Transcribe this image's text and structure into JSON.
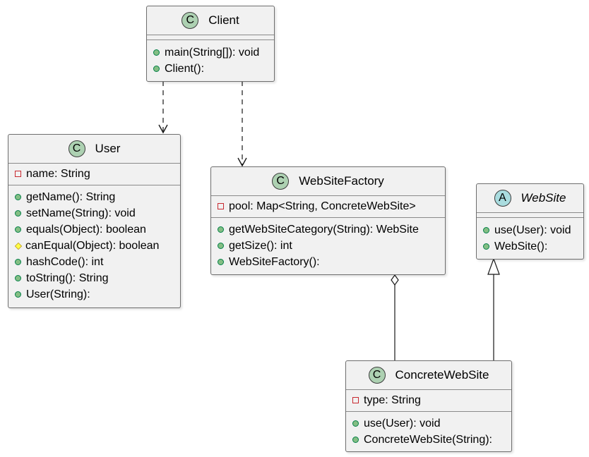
{
  "classes": {
    "client": {
      "badge": "C",
      "name": "Client",
      "fields": [],
      "methods": [
        {
          "vis": "public",
          "text": "main(String[]): void"
        },
        {
          "vis": "public",
          "text": "Client():"
        }
      ]
    },
    "user": {
      "badge": "C",
      "name": "User",
      "fields": [
        {
          "vis": "private",
          "text": "name: String"
        }
      ],
      "methods": [
        {
          "vis": "public",
          "text": "getName(): String"
        },
        {
          "vis": "public",
          "text": "setName(String): void"
        },
        {
          "vis": "public",
          "text": "equals(Object): boolean"
        },
        {
          "vis": "protected",
          "text": "canEqual(Object): boolean"
        },
        {
          "vis": "public",
          "text": "hashCode(): int"
        },
        {
          "vis": "public",
          "text": "toString(): String"
        },
        {
          "vis": "public",
          "text": "User(String):"
        }
      ]
    },
    "websitefactory": {
      "badge": "C",
      "name": "WebSiteFactory",
      "fields": [
        {
          "vis": "private",
          "text": "pool: Map<String, ConcreteWebSite>"
        }
      ],
      "methods": [
        {
          "vis": "public",
          "text": "getWebSiteCategory(String): WebSite"
        },
        {
          "vis": "public",
          "text": "getSize(): int"
        },
        {
          "vis": "public",
          "text": "WebSiteFactory():"
        }
      ]
    },
    "website": {
      "badge": "A",
      "name": "WebSite",
      "fields": [],
      "methods": [
        {
          "vis": "public",
          "text": "use(User): void"
        },
        {
          "vis": "public",
          "text": "WebSite():"
        }
      ]
    },
    "concretewebsite": {
      "badge": "C",
      "name": "ConcreteWebSite",
      "fields": [
        {
          "vis": "private",
          "text": "type: String"
        }
      ],
      "methods": [
        {
          "vis": "public",
          "text": "use(User): void"
        },
        {
          "vis": "public",
          "text": "ConcreteWebSite(String):"
        }
      ]
    }
  },
  "colors": {
    "class_badge": "#add1b2",
    "abstract_badge": "#a9dcdf",
    "public_marker": "#84be84",
    "private_marker": "#c82930",
    "protected_marker": "#ffff44",
    "box_fill": "#f1f1f1",
    "edge": "#181818"
  },
  "relations": [
    {
      "from": "client",
      "to": "user",
      "kind": "dependency"
    },
    {
      "from": "client",
      "to": "websitefactory",
      "kind": "dependency"
    },
    {
      "from": "websitefactory",
      "to": "concretewebsite",
      "kind": "aggregation"
    },
    {
      "from": "concretewebsite",
      "to": "website",
      "kind": "inheritance"
    }
  ]
}
